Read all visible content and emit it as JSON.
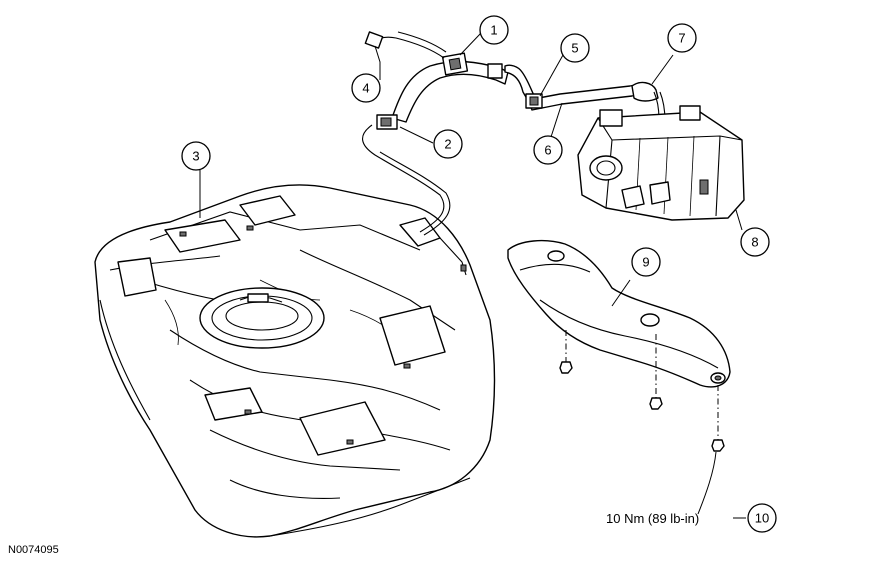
{
  "figure_id": "N0074095",
  "torque_spec": "10 Nm (89 lb-in)",
  "callouts": [
    "1",
    "2",
    "3",
    "4",
    "5",
    "6",
    "7",
    "8",
    "9",
    "10"
  ]
}
